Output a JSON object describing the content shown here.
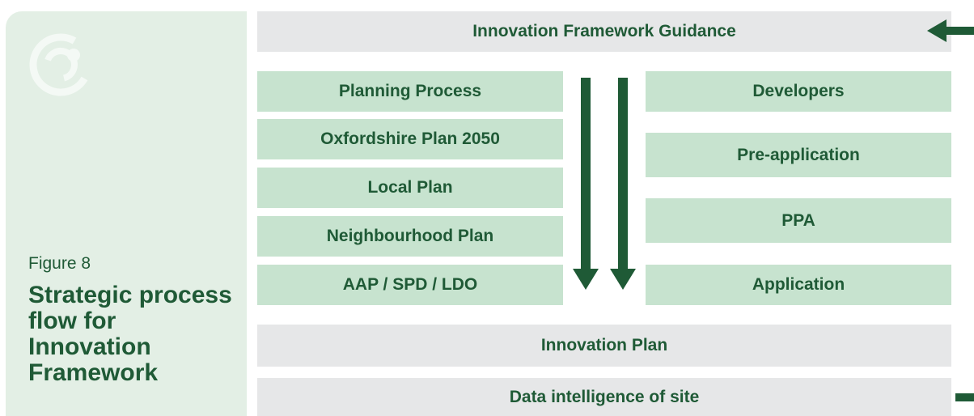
{
  "figure": {
    "label": "Figure 8",
    "title": "Strategic process flow for Innovation Framework"
  },
  "guidance": "Innovation Framework Guidance",
  "planning_column": [
    "Planning Process",
    "Oxfordshire Plan 2050",
    "Local Plan",
    "Neighbourhood Plan",
    "AAP / SPD / LDO"
  ],
  "developer_column": [
    "Developers",
    "Pre-application",
    "PPA",
    "Application"
  ],
  "innovation_plan": "Innovation Plan",
  "data_intelligence": "Data intelligence of site",
  "colors": {
    "panel_bg": "#e3efe5",
    "green_box": "#c7e3cf",
    "grey_box": "#e6e7e8",
    "dark_green": "#1f5a36"
  }
}
